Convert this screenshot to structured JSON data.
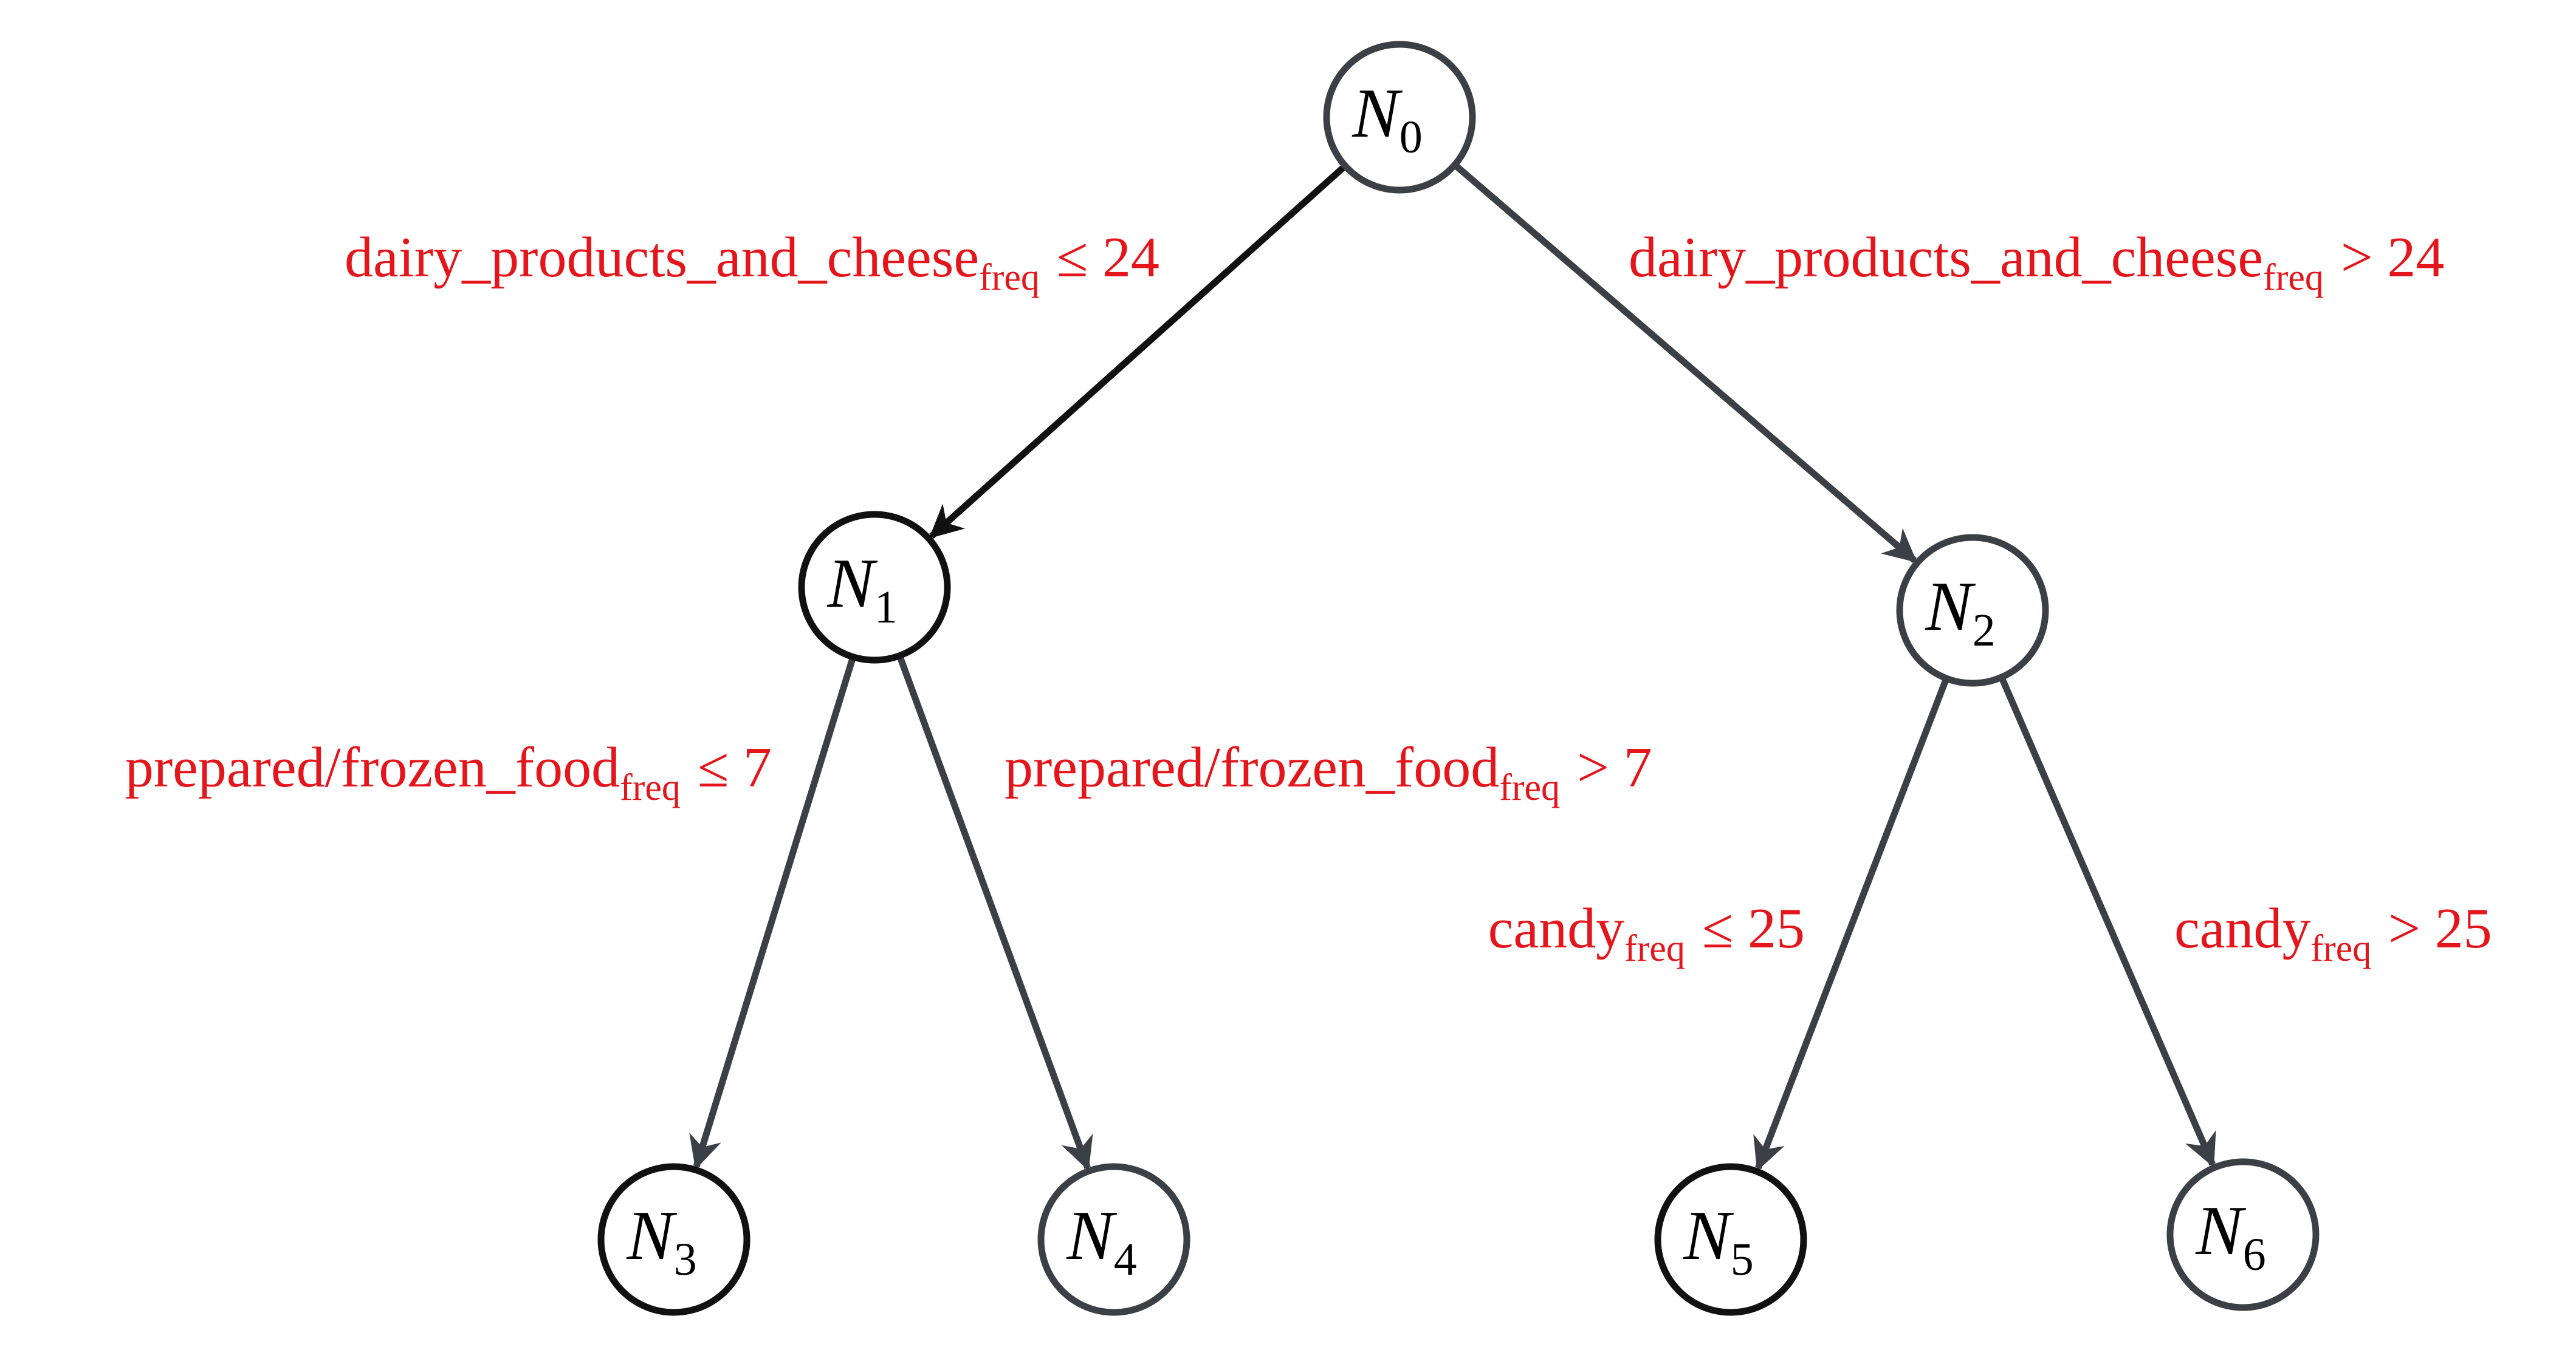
{
  "diagram": {
    "nodes": [
      {
        "id": "n0",
        "letter": "N",
        "sub": "0",
        "stroke": "#3b3f46"
      },
      {
        "id": "n1",
        "letter": "N",
        "sub": "1",
        "stroke": "#111111"
      },
      {
        "id": "n2",
        "letter": "N",
        "sub": "2",
        "stroke": "#3b3f46"
      },
      {
        "id": "n3",
        "letter": "N",
        "sub": "3",
        "stroke": "#111111"
      },
      {
        "id": "n4",
        "letter": "N",
        "sub": "4",
        "stroke": "#3b3f46"
      },
      {
        "id": "n5",
        "letter": "N",
        "sub": "5",
        "stroke": "#111111"
      },
      {
        "id": "n6",
        "letter": "N",
        "sub": "6",
        "stroke": "#3b3f46"
      }
    ],
    "edges": [
      {
        "from": "n0",
        "to": "n1",
        "feature": "dairy_products_and_cheese",
        "sub": "freq",
        "condition": "≤ 24",
        "stroke": "#111111"
      },
      {
        "from": "n0",
        "to": "n2",
        "feature": "dairy_products_and_cheese",
        "sub": "freq",
        "condition": "> 24",
        "stroke": "#3b3f46"
      },
      {
        "from": "n1",
        "to": "n3",
        "feature": "prepared/frozen_food",
        "sub": "freq",
        "condition": "≤ 7",
        "stroke": "#3b3f46"
      },
      {
        "from": "n1",
        "to": "n4",
        "feature": "prepared/frozen_food",
        "sub": "freq",
        "condition": "> 7",
        "stroke": "#3b3f46"
      },
      {
        "from": "n2",
        "to": "n5",
        "feature": "candy",
        "sub": "freq",
        "condition": "≤ 25",
        "stroke": "#3b3f46"
      },
      {
        "from": "n2",
        "to": "n6",
        "feature": "candy",
        "sub": "freq",
        "condition": "> 25",
        "stroke": "#3b3f46"
      }
    ],
    "colors": {
      "edge_label": "#e4151b",
      "node_fill": "#ffffff",
      "text": "#000000"
    }
  }
}
